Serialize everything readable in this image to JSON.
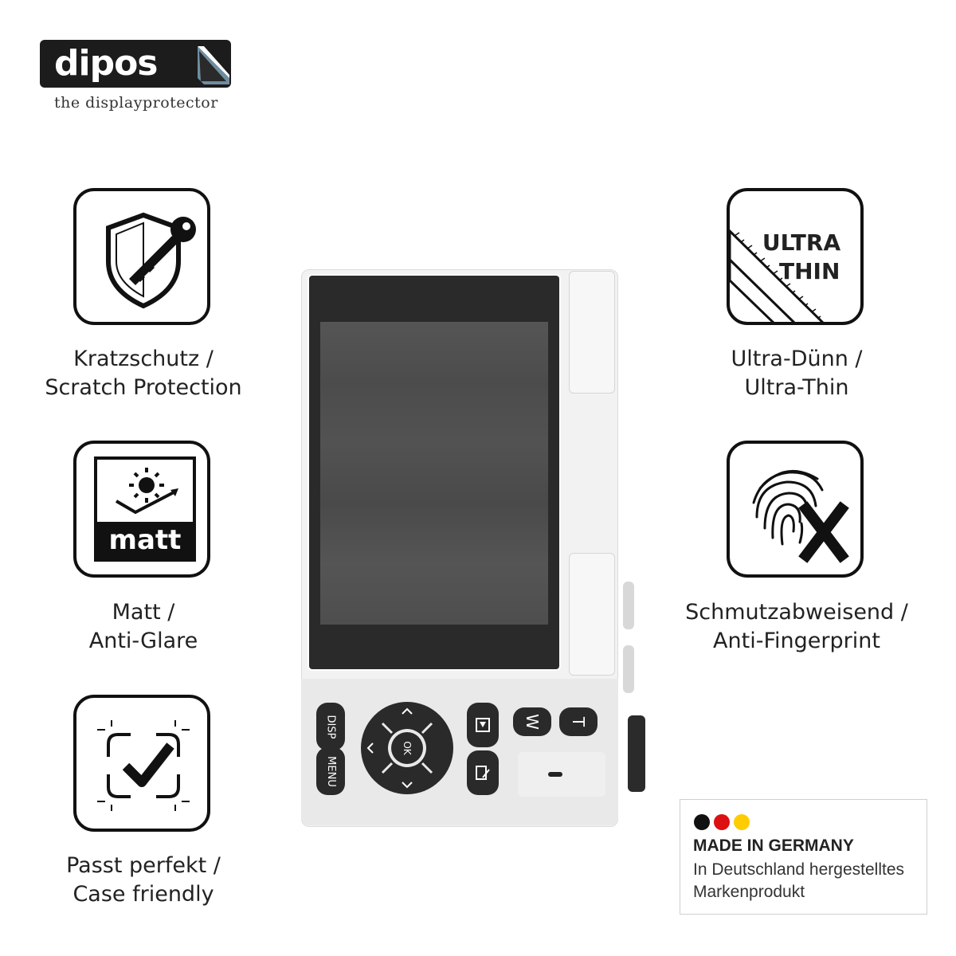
{
  "brand": {
    "logo_text": "dipos",
    "tagline": "the displayprotector"
  },
  "features": [
    {
      "icon": "shield-key-icon",
      "line1": "Kratzschutz /",
      "line2": "Scratch Protection"
    },
    {
      "icon": "matt-sun-icon",
      "badge": "matt",
      "line1": "Matt /",
      "line2": "Anti-Glare"
    },
    {
      "icon": "perfect-fit-check-icon",
      "line1": "Passt perfekt /",
      "line2": "Case friendly"
    },
    {
      "icon": "ultra-thin-ruler-icon",
      "badge_line1": "ULTRA",
      "badge_line2": "THIN",
      "line1": "Ultra-Dünn /",
      "line2": "Ultra-Thin"
    },
    {
      "icon": "anti-fingerprint-icon",
      "line1": "Schmutzabweisend /",
      "line2": "Anti-Fingerprint"
    }
  ],
  "camera": {
    "keys": {
      "disp": "DISP",
      "menu": "MENU",
      "ok": "OK",
      "w": "W",
      "t": "T"
    }
  },
  "made_in": {
    "flag_colors": [
      "#111111",
      "#dd1111",
      "#ffcc00"
    ],
    "title": "MADE IN GERMANY",
    "line1": "In Deutschland hergestelltes",
    "line2": "Markenprodukt"
  }
}
